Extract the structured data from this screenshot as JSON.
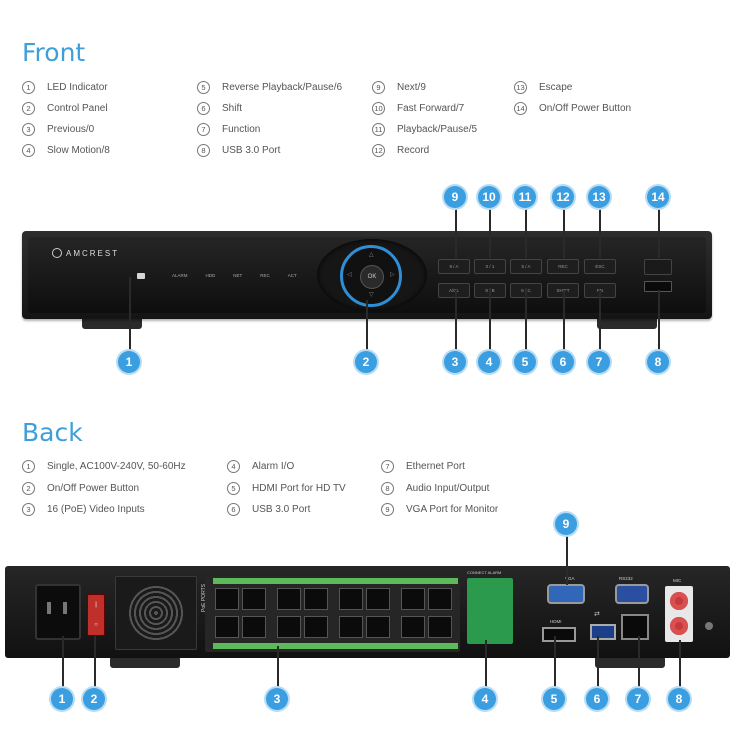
{
  "front": {
    "title": "Front",
    "legend": [
      {
        "num": "1",
        "label": "LED Indicator"
      },
      {
        "num": "2",
        "label": "Control Panel"
      },
      {
        "num": "3",
        "label": "Previous/0"
      },
      {
        "num": "4",
        "label": "Slow Motion/8"
      },
      {
        "num": "5",
        "label": "Reverse Playback/Pause/6"
      },
      {
        "num": "6",
        "label": "Shift"
      },
      {
        "num": "7",
        "label": "Function"
      },
      {
        "num": "8",
        "label": "USB 3.0 Port"
      },
      {
        "num": "9",
        "label": "Next/9"
      },
      {
        "num": "10",
        "label": "Fast Forward/7"
      },
      {
        "num": "11",
        "label": "Playback/Pause/5"
      },
      {
        "num": "12",
        "label": "Record"
      },
      {
        "num": "13",
        "label": "Escape"
      },
      {
        "num": "14",
        "label": "On/Off Power Button"
      }
    ],
    "brand": "AMCREST",
    "panel_labels": [
      "ALARM",
      "HDD",
      "NET",
      "REC",
      "ACT"
    ],
    "ok_label": "OK",
    "buttons_top": [
      "9 / A",
      "0 / 1",
      "5 / A",
      "REC",
      "ESC"
    ],
    "buttons_bottom": [
      "A/CL",
      "8 / B",
      "6 / C",
      "SHIFT",
      "FN"
    ]
  },
  "back": {
    "title": "Back",
    "legend": [
      {
        "num": "1",
        "label": "Single, AC100V-240V, 50-60Hz"
      },
      {
        "num": "2",
        "label": "On/Off Power Button"
      },
      {
        "num": "3",
        "label": "16 (PoE) Video Inputs"
      },
      {
        "num": "4",
        "label": "Alarm I/O"
      },
      {
        "num": "5",
        "label": "HDMI Port for HD TV"
      },
      {
        "num": "6",
        "label": "USB 3.0 Port"
      },
      {
        "num": "7",
        "label": "Ethernet Port"
      },
      {
        "num": "8",
        "label": "Audio Input/Output"
      },
      {
        "num": "9",
        "label": "VGA Port for Monitor"
      }
    ],
    "poe_label": "PoE PORTS",
    "alarm_label": "CONNECT ALARM",
    "vga_label": "VGA",
    "rs_label": "RS232",
    "mic_label": "MIC",
    "hdmi_label": "HDMI"
  },
  "front_badges": [
    "9",
    "10",
    "11",
    "12",
    "13",
    "14",
    "1",
    "2",
    "3",
    "4",
    "5",
    "6",
    "7",
    "8"
  ],
  "back_badges": [
    "9",
    "1",
    "2",
    "3",
    "4",
    "5",
    "6",
    "7",
    "8"
  ]
}
